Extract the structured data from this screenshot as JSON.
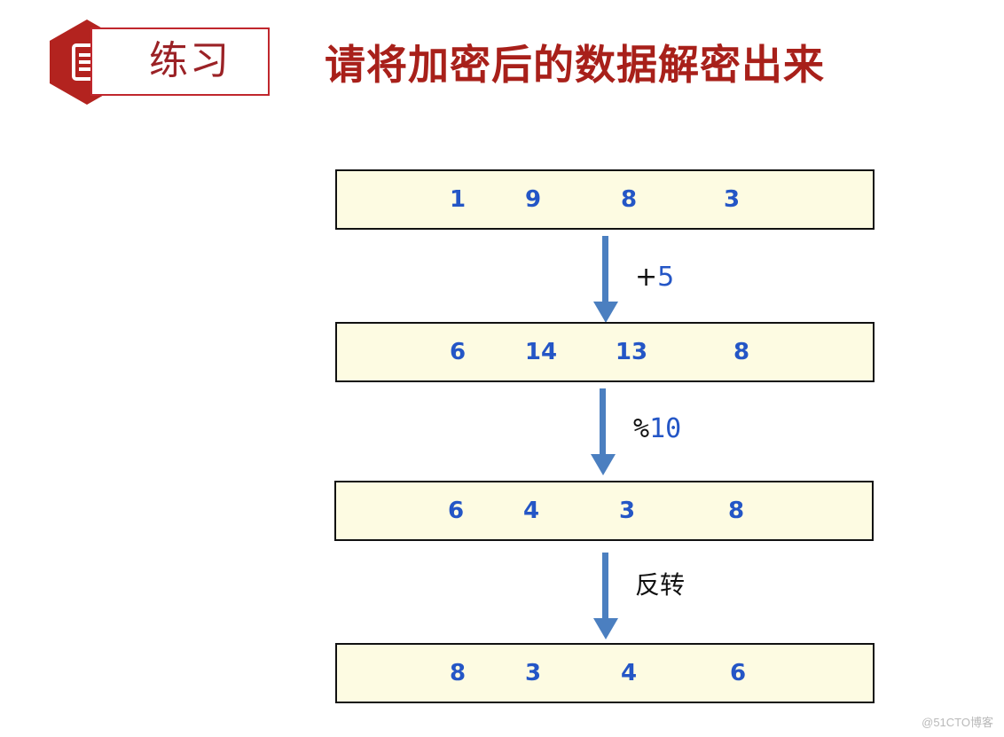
{
  "header": {
    "icon": "document-icon",
    "tag_label": "练习",
    "title": "请将加密后的数据解密出来",
    "accent_color": "#c0272d"
  },
  "rows": [
    {
      "values": [
        "1",
        "9",
        "8",
        "3"
      ]
    },
    {
      "values": [
        "6",
        "14",
        "13",
        "8"
      ]
    },
    {
      "values": [
        "6",
        "4",
        "3",
        "8"
      ]
    },
    {
      "values": [
        "8",
        "3",
        "4",
        "6"
      ]
    }
  ],
  "operations": [
    {
      "symbol": "+",
      "number": "5"
    },
    {
      "symbol": "%",
      "number": "10"
    },
    {
      "text": "反转"
    }
  ],
  "watermark": "@51CTO博客"
}
